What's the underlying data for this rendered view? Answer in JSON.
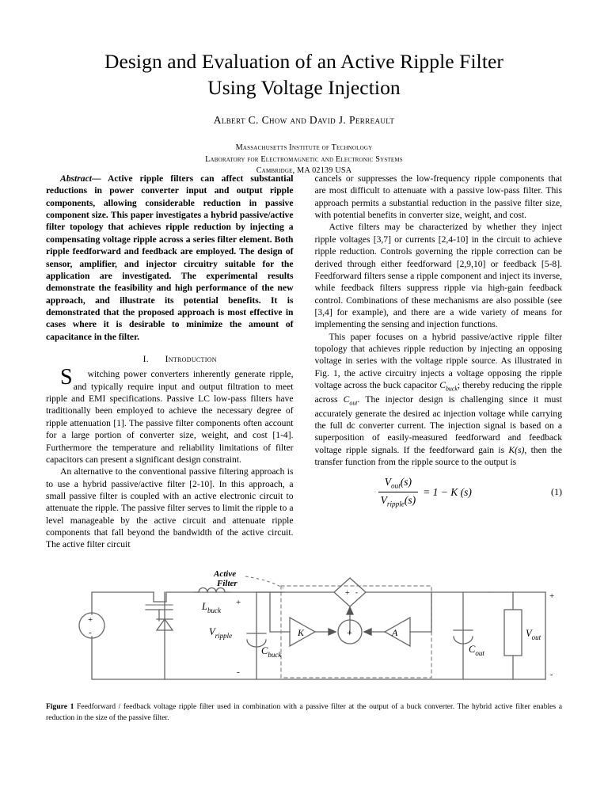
{
  "paper": {
    "title_line1": "Design and Evaluation of an Active Ripple Filter",
    "title_line2": "Using Voltage Injection",
    "authors": "Albert C. Chow and David J. Perreault",
    "affiliation_line1": "Massachusetts Institute of Technology",
    "affiliation_line2": "Laboratory for Electromagnetic and Electronic Systems",
    "affiliation_line3": "Cambridge, MA 02139 USA"
  },
  "abstract": {
    "lead": "Abstract—",
    "text": "Active ripple filters can affect substantial reductions in power converter input and output ripple components, allowing considerable reduction in passive component size.  This paper investigates a hybrid passive/active filter topology that achieves ripple reduction by injecting a compensating voltage ripple across a series filter element.  Both ripple feedforward and feedback are employed.  The design of sensor, amplifier, and injector circuitry suitable for the application are investigated.  The experimental results demonstrate the feasibility and high performance of the new approach, and illustrate its potential benefits.  It is demonstrated that the proposed approach is most effective in cases where it is desirable to minimize the amount of capacitance in the filter."
  },
  "introduction": {
    "section_number": "I.",
    "section_title": "Introduction",
    "dropcap": "S",
    "para1_rest": "witching power converters inherently generate ripple, and typically require input and output filtration to meet ripple and EMI specifications.  Passive LC low-pass filters have traditionally been employed to achieve the necessary degree of ripple attenuation [1].  The passive filter components often account for a large portion of converter size, weight, and cost [1-4].  Furthermore the temperature and reliability limitations of filter capacitors can present a significant design constraint.",
    "para2": "An alternative to the conventional passive filtering approach is to use a hybrid passive/active filter [2-10].  In this approach, a small passive filter is coupled with an active electronic circuit to attenuate the ripple.  The passive filter serves to limit the ripple to a level manageable by the active circuit and attenuate ripple components that fall beyond the bandwidth of the active circuit.    The active filter circuit",
    "para2_cont": "cancels or suppresses the low-frequency ripple components that are most difficult to attenuate with a passive low-pass filter.  This approach permits a substantial reduction in the passive filter size, with potential benefits in converter size, weight, and cost.",
    "para3": "Active filters may be characterized by whether they inject ripple voltages [3,7] or currents [2,4-10] in the circuit to achieve ripple reduction.  Controls governing the ripple correction can be derived through either feedforward [2,9,10] or feedback [5-8].  Feedforward filters sense a ripple component and inject its inverse, while feedback filters suppress ripple via high-gain feedback control.  Combinations of these mechanisms are also possible (see [3,4] for example), and there are a wide variety of means for implementing the sensing and injection functions.",
    "para4_a": "This paper focuses on a hybrid passive/active ripple filter topology that achieves ripple reduction by injecting an opposing voltage in series with the voltage ripple source.  As illustrated in Fig. 1, the active circuitry injects a voltage opposing the ripple voltage across the buck capacitor ",
    "para4_cbuck": "C",
    "para4_cbuck_sub": "buck",
    "para4_b": "; thereby reducing the ripple across ",
    "para4_cout": "C",
    "para4_cout_sub": "out",
    "para4_c": ".  The injector design is challenging since it must accurately generate the desired ac injection voltage while carrying the full dc converter current.  The injection signal is based on a superposition of easily-measured feedforward and feedback voltage ripple signals.  If the feedforward gain is ",
    "para4_ks": "K(s)",
    "para4_d": ", then the transfer function from the ripple source to the output is"
  },
  "equation": {
    "numerator_v": "V",
    "numerator_sub": "out",
    "numerator_arg": "(s)",
    "denominator_v": "V",
    "denominator_sub": "ripple",
    "denominator_arg": "(s)",
    "rhs": "= 1 − K (s)",
    "label": "(1)"
  },
  "figure": {
    "annotation_line1": "Active",
    "annotation_line2": "Filter",
    "labels": {
      "inductor": "L",
      "inductor_sub": "buck",
      "v_ripple": "V",
      "v_ripple_sub": "ripple",
      "c_buck": "C",
      "c_buck_sub": "buck",
      "c_out": "C",
      "c_out_sub": "out",
      "v_out": "V",
      "v_out_sub": "out",
      "gain_k": "K",
      "gain_a": "A",
      "sum_plus": "+",
      "source_plus": "+",
      "source_minus": "-",
      "src_plus": "+",
      "src_minus": "-",
      "node_plus": "+",
      "node_minus": "-",
      "out_plus": "+",
      "out_minus": "-"
    },
    "caption_bold": "Figure 1",
    "caption_text": "  Feedforward / feedback voltage ripple filter used in combination with a passive filter at the output of a buck converter.  The hybrid active filter enables a reduction in the size of the passive filter."
  },
  "colors": {
    "text": "#000000",
    "line": "#555555",
    "background": "#ffffff"
  }
}
